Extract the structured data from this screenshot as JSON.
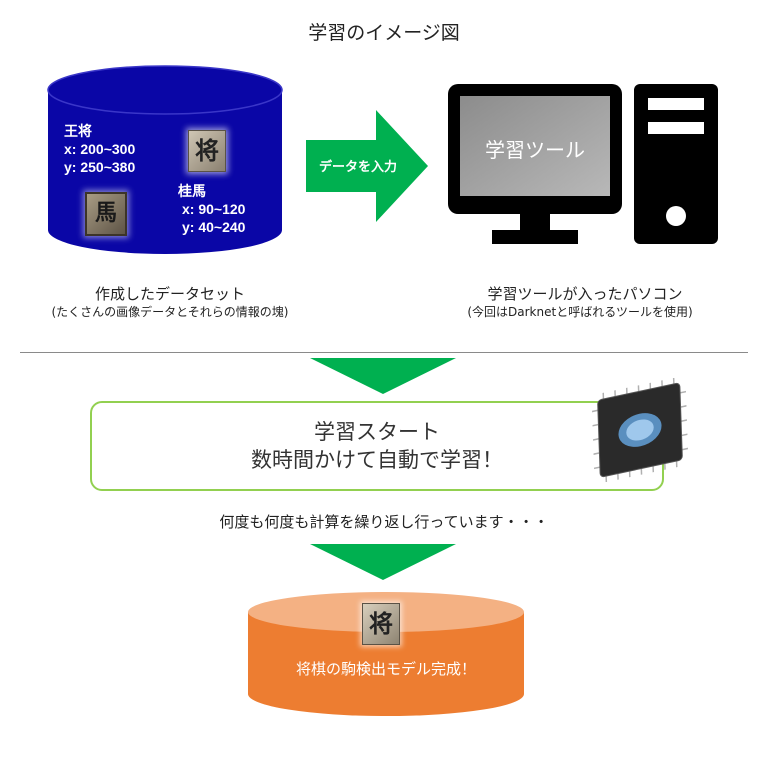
{
  "title": "学習のイメージ図",
  "dataset": {
    "king_label": "王将",
    "king_x": "x: 200~300",
    "king_y": "y: 250~380",
    "knight_label": "桂馬",
    "knight_x": "x: 90~120",
    "knight_y": "y: 40~240",
    "caption": "作成したデータセット",
    "sub_caption": "(たくさんの画像データとそれらの情報の塊)"
  },
  "arrow_input_label": "データを入力",
  "pc": {
    "screen_text": "学習ツール",
    "caption": "学習ツールが入ったパソコン",
    "sub_caption": "(今回はDarknetと呼ばれるツールを使用)"
  },
  "training": {
    "line1": "学習スタート",
    "line2": "数時間かけて自動で学習！"
  },
  "repeat_text": "何度も何度も計算を繰り返し行っています・・・",
  "result_text": "将棋の駒検出モデル完成！",
  "piece_king_glyph": "将",
  "piece_knight_glyph": "馬",
  "colors": {
    "dataset_blue": "#0a06a6",
    "arrow_green": "#00b050",
    "box_border_green": "#92d050",
    "result_orange": "#ed7d31",
    "result_top": "#f4b183"
  }
}
